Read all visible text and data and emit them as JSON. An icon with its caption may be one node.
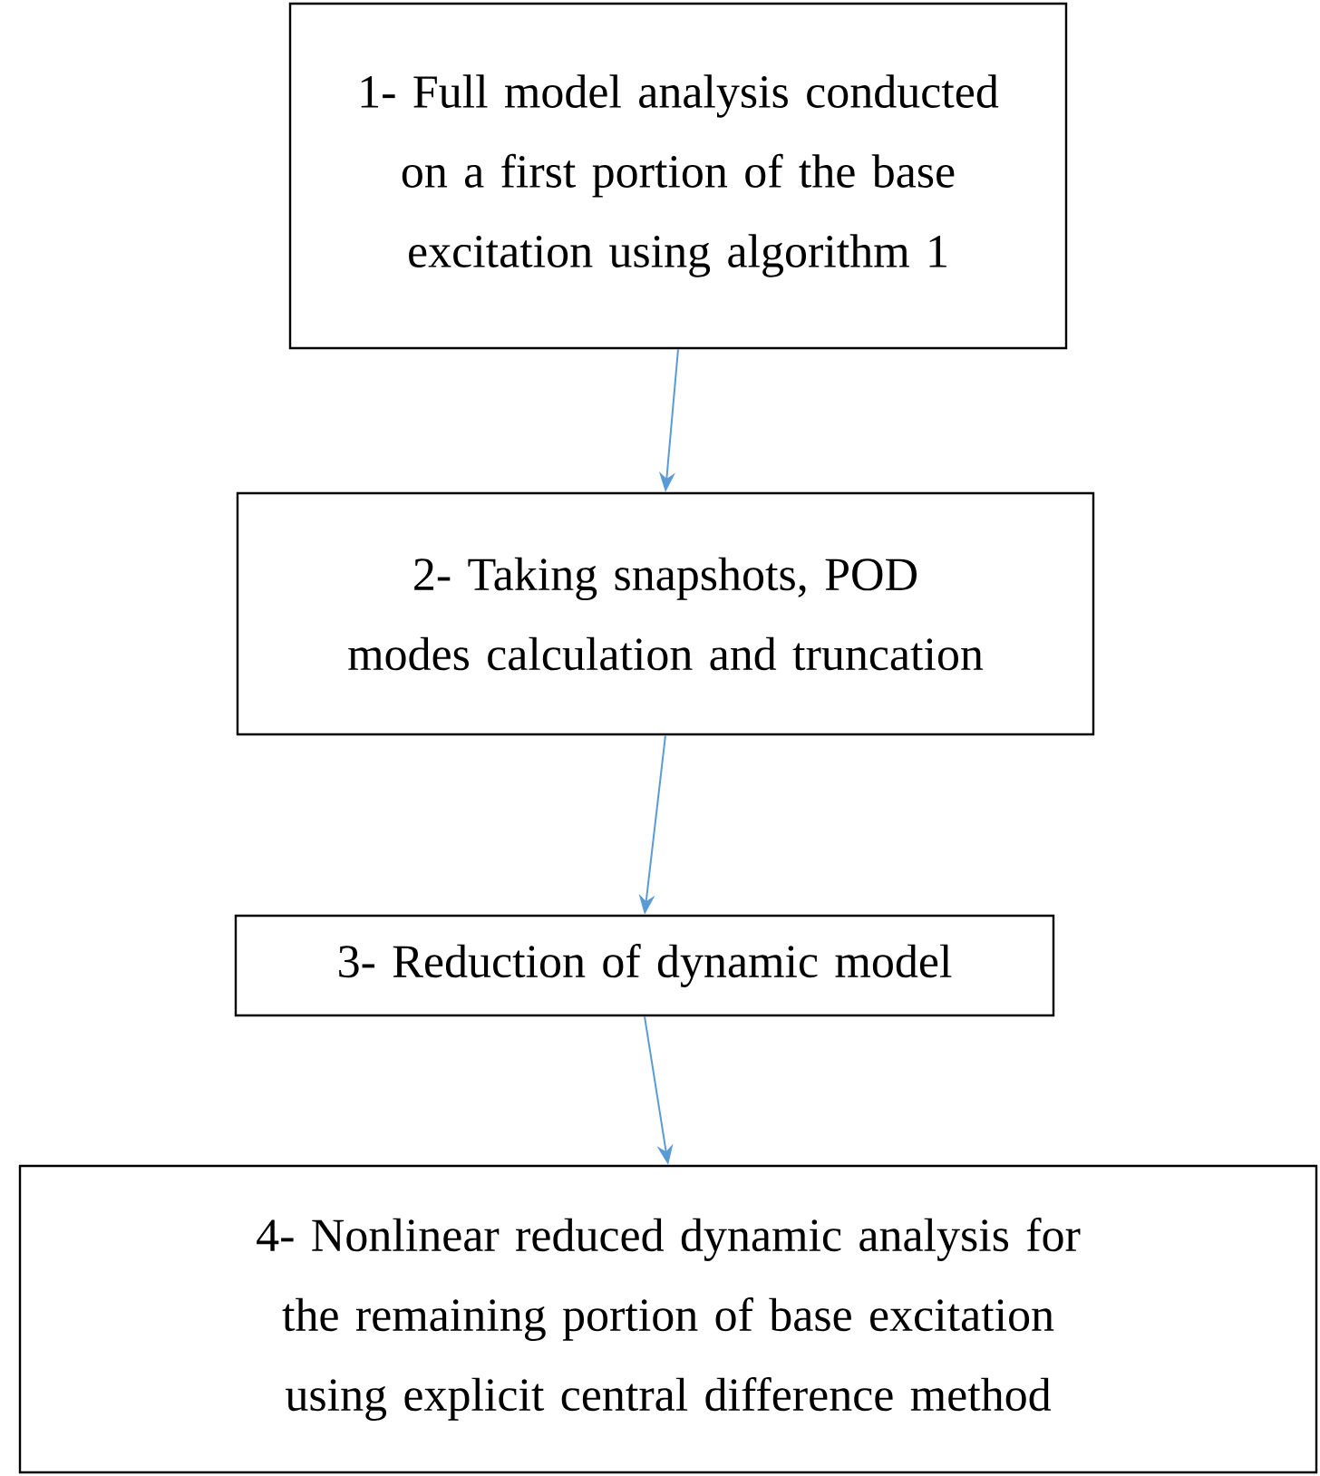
{
  "diagram": {
    "nodes": [
      {
        "text": [
          "1- Full model analysis conducted on a first portion of the base excitation using algorithm 1"
        ]
      },
      {
        "text": [
          "2- Taking snapshots, POD modes calculation and truncation"
        ]
      },
      {
        "text": [
          "3- Reduction of dynamic model"
        ]
      },
      {
        "text": [
          "4- Nonlinear reduced dynamic analysis for the remaining portion of base excitation using explicit central difference method"
        ]
      }
    ],
    "edges": [
      {
        "from": 0,
        "to": 1,
        "arrow": "to"
      },
      {
        "from": 1,
        "to": 2,
        "arrow": "to"
      },
      {
        "from": 2,
        "to": 3,
        "arrow": "to"
      }
    ]
  }
}
